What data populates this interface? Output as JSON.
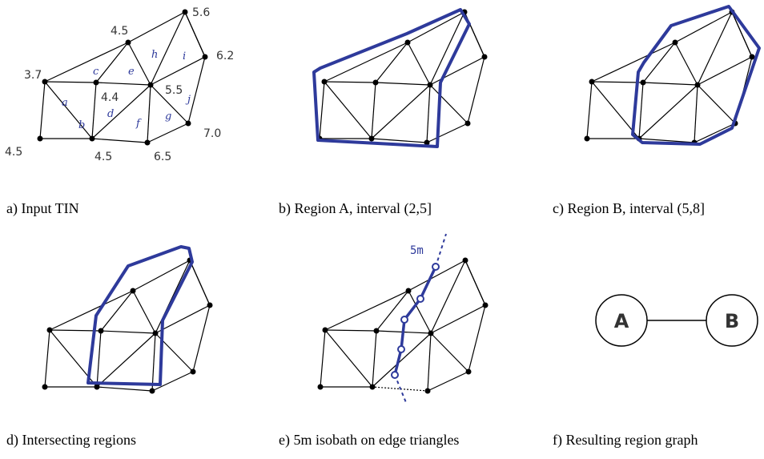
{
  "panels": {
    "a": {
      "caption": "a) Input TIN",
      "vertex_values": [
        "5.6",
        "4.5",
        "6.2",
        "3.7",
        "4.4",
        "5.5",
        "7.0",
        "4.5",
        "4.5",
        "6.5"
      ],
      "triangle_labels": [
        "a",
        "b",
        "c",
        "d",
        "e",
        "f",
        "g",
        "h",
        "i",
        "j"
      ]
    },
    "b": {
      "caption": "b) Region A, interval (2,5]"
    },
    "c": {
      "caption": "c) Region B, interval (5,8]"
    },
    "d": {
      "caption": "d) Intersecting regions"
    },
    "e": {
      "caption": "e) 5m isobath on edge triangles",
      "isobath_label": "5m"
    },
    "f": {
      "caption": "f) Resulting region graph",
      "nodes": [
        "A",
        "B"
      ]
    }
  },
  "colors": {
    "accent": "#2e3a9b",
    "ink": "#000000"
  }
}
